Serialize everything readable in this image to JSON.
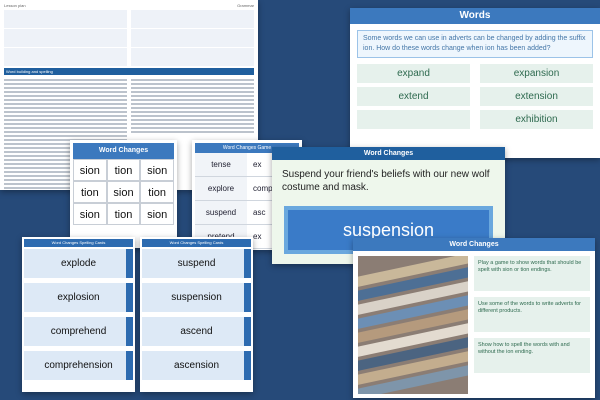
{
  "plan": {
    "header_left": "Lesson plan",
    "header_right": "Grammar",
    "section_heading": "Word building and spelling"
  },
  "word_changes_table": {
    "title": "Word Changes",
    "cells": [
      "sion",
      "tion",
      "sion",
      "tion",
      "sion",
      "tion",
      "sion",
      "tion",
      "sion"
    ]
  },
  "game": {
    "title": "Word Changes Game",
    "rows": [
      {
        "left": "tense",
        "right": "ex"
      },
      {
        "left": "explore",
        "right": "compre"
      },
      {
        "left": "suspend",
        "right": "asc"
      },
      {
        "left": "pretend",
        "right": "ex"
      }
    ]
  },
  "words_slide": {
    "title": "Words",
    "intro": "Some words we can use in adverts can be changed by adding the suffix ion. How do these words change when ion has been added?",
    "pairs": [
      [
        "expand",
        "expansion"
      ],
      [
        "extend",
        "extension"
      ],
      [
        "",
        "exhibition"
      ]
    ]
  },
  "suspension_slide": {
    "title": "Word Changes",
    "sentence": "Suspend your friend's beliefs with our new wolf costume and mask.",
    "word": "suspension"
  },
  "cards_left": {
    "title": "Word Changes Spelling Cards",
    "words": [
      "explode",
      "explosion",
      "comprehend",
      "comprehension"
    ]
  },
  "cards_right": {
    "title": "Word Changes Spelling Cards",
    "words": [
      "suspend",
      "suspension",
      "ascend",
      "ascension"
    ]
  },
  "bottom_slide": {
    "title": "Word Changes",
    "notes": [
      "Play a game to show words that should be spelt with sion or tion endings.",
      "Use some of the words to write adverts for different products.",
      "Show how to spell the words with and without the ion ending."
    ]
  },
  "colors": {
    "background": "#264a79",
    "accent_blue": "#3c79be",
    "green_tint": "#e6f1ec"
  }
}
